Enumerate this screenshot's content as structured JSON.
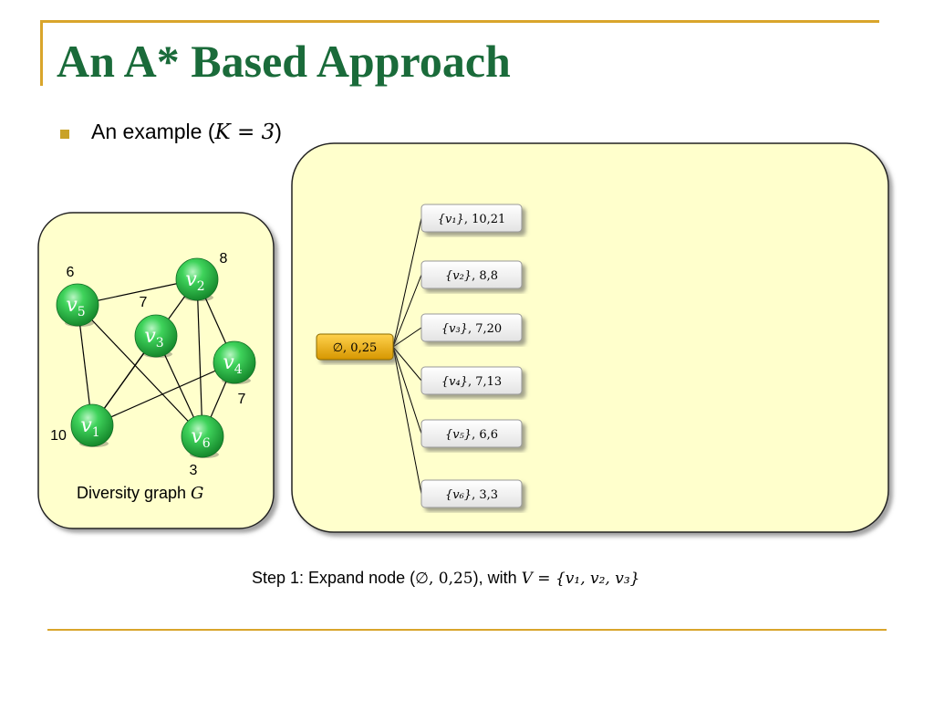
{
  "slide": {
    "title": "An A* Based Approach",
    "bullet_prefix": "An example (",
    "bullet_math": "K = 3",
    "bullet_suffix": ")",
    "caption_prefix": "Step 1: Expand node (",
    "caption_node": "∅, 0,25",
    "caption_middle": "), with ",
    "caption_math": "V = {v₁, v₂, v₃}"
  },
  "graph": {
    "caption_text": "Diversity graph ",
    "caption_math": "G",
    "nodes": [
      {
        "id": "v1",
        "label": "v",
        "sub": "1",
        "weight": "10"
      },
      {
        "id": "v2",
        "label": "v",
        "sub": "2",
        "weight": "8"
      },
      {
        "id": "v3",
        "label": "v",
        "sub": "3",
        "weight": "7"
      },
      {
        "id": "v4",
        "label": "v",
        "sub": "4",
        "weight": "7"
      },
      {
        "id": "v5",
        "label": "v",
        "sub": "5",
        "weight": "6"
      },
      {
        "id": "v6",
        "label": "v",
        "sub": "6",
        "weight": "3"
      }
    ],
    "edges": [
      [
        "v5",
        "v2"
      ],
      [
        "v5",
        "v1"
      ],
      [
        "v5",
        "v6"
      ],
      [
        "v2",
        "v1"
      ],
      [
        "v2",
        "v6"
      ],
      [
        "v2",
        "v4"
      ],
      [
        "v3",
        "v1"
      ],
      [
        "v3",
        "v6"
      ],
      [
        "v4",
        "v1"
      ],
      [
        "v4",
        "v6"
      ]
    ]
  },
  "tree": {
    "root": {
      "label": "∅, 0,25"
    },
    "children": [
      {
        "set": "{v₁}",
        "values": ", 10,21"
      },
      {
        "set": "{v₂}",
        "values": ", 8,8"
      },
      {
        "set": "{v₃}",
        "values": ", 7,20"
      },
      {
        "set": "{v₄}",
        "values": ", 7,13"
      },
      {
        "set": "{v₅}",
        "values": ", 6,6"
      },
      {
        "set": "{v₆}",
        "values": ", 3,3"
      }
    ]
  },
  "colors": {
    "accent": "#d9a52b",
    "title": "#1a6b3a",
    "panel_fill": "#ffffcc",
    "node_green": "#2fbf4a",
    "root_fill": "#e5a400"
  }
}
